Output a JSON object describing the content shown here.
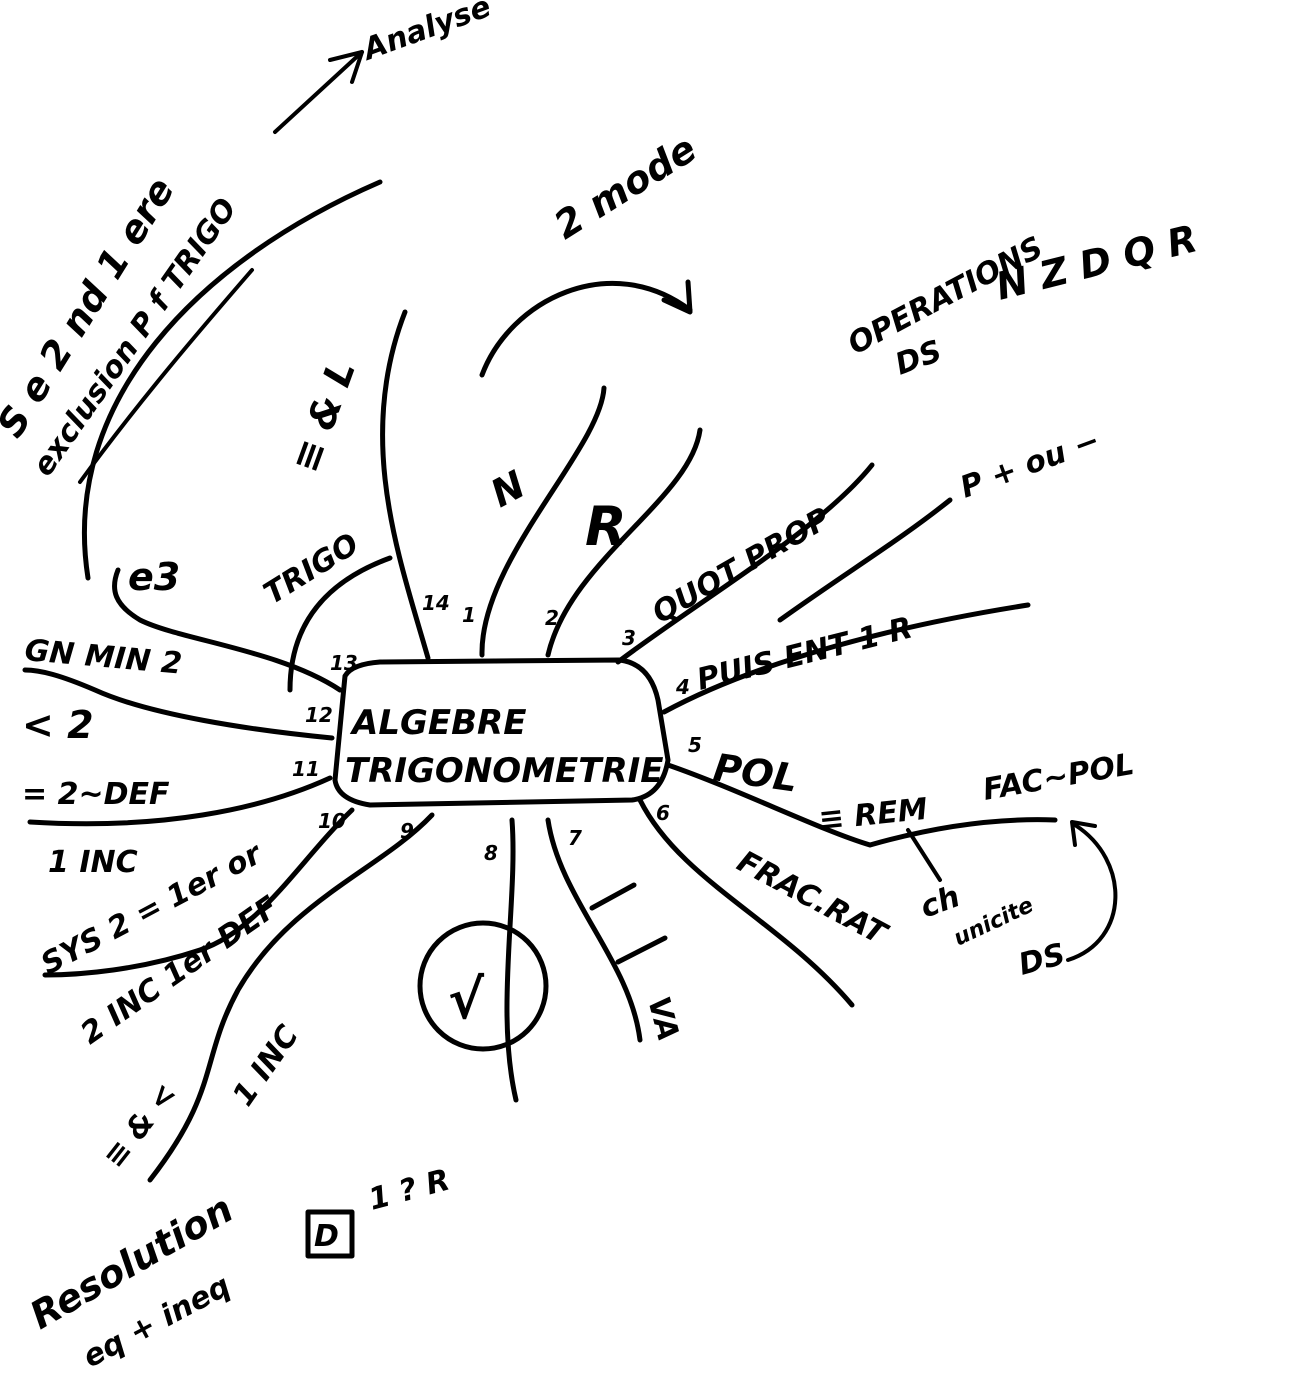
{
  "center": {
    "line1": "ALGEBRE",
    "line2": "TRIGONOMETRIE"
  },
  "branch_numbers": [
    "1",
    "2",
    "3",
    "4",
    "5",
    "6",
    "7",
    "8",
    "9",
    "10",
    "11",
    "12",
    "13",
    "14"
  ],
  "branches": {
    "b1": {
      "label": "N"
    },
    "b2": {
      "label": "R"
    },
    "b3": {
      "label": "QUOT PROP"
    },
    "b4": {
      "label": "PUIS ENT 1 R"
    },
    "b5": {
      "label": "POL",
      "sub1": "≡ REM",
      "sub2": "FAC~POL",
      "sub3": "ch",
      "sub4": "unicite",
      "sub5": "DS"
    },
    "b6": {
      "label": "FRAC.RAT"
    },
    "b7": {
      "label": "VA"
    },
    "b8": {
      "label": "√"
    },
    "b9": {
      "label": "1 INC",
      "sub1": "≡ & <"
    },
    "b10": {
      "label": "SYS 2 = 1er or",
      "sub1": "2 INC 1er DEF"
    },
    "b11": {
      "label": "= 2~DEF",
      "sub1": "1 INC"
    },
    "b12": {
      "label": "< 2"
    },
    "b13": {
      "label": "GN MIN 2"
    },
    "b14": {
      "label": "TRIGO"
    }
  },
  "outer": {
    "eq": "≡ & L",
    "e3": "e3",
    "s_e2": "S e 2 nd 1 ere",
    "exclusion": "exclusion P f TRIGO",
    "analyse": "Analyse",
    "second_mode": "2 mode",
    "operations": "OPERATIONS",
    "ds": "DS",
    "sets": "N Z D Q R",
    "p_plus": "P + ou −",
    "resolution": "Resolution",
    "eq_ineq": "eq + ineq",
    "set_d": "D",
    "one_r": "1 ? R"
  }
}
